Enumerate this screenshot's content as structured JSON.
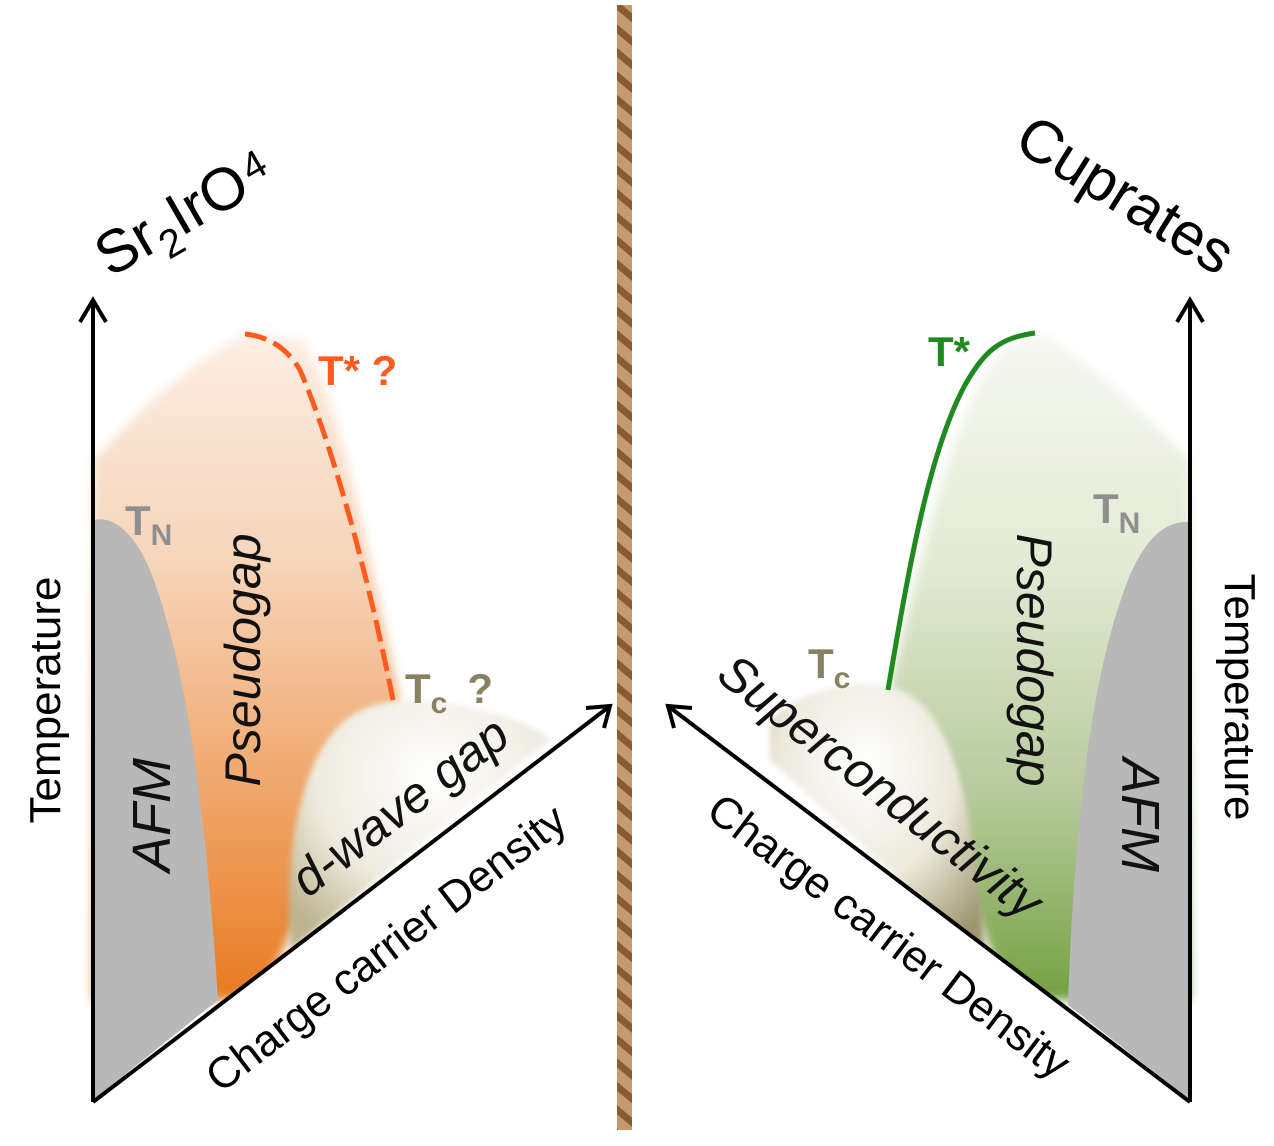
{
  "colors": {
    "orange": "#e97e2e",
    "orange_light": "#f6dcc8",
    "t_star_left": "#ff5a1f",
    "green": "#6e9a3c",
    "green_light": "#e4ebd6",
    "t_star_right": "#1f8a1f",
    "afm_gray": "#b8b8b8",
    "tn_label": "#8f8f8f",
    "tc_label": "#8a8162",
    "divider": "#b8865a"
  },
  "left": {
    "title_main": "Sr",
    "title_sub1": "2",
    "title_mid": "IrO",
    "title_sub2": "4",
    "y_axis": "Temperature",
    "x_axis": "Charge carrier Density",
    "afm": "AFM",
    "pseudogap": "Pseudogap",
    "dwave": "d-wave gap",
    "tn_main": "T",
    "tn_sub": "N",
    "tstar": "T* ?",
    "tc_main": "T",
    "tc_sub": "c",
    "tc_q": "?"
  },
  "right": {
    "title": "Cuprates",
    "y_axis": "Temperature",
    "x_axis": "Charge carrier Density",
    "afm": "AFM",
    "pseudogap": "Pseudogap",
    "sc": "Superconductivity",
    "tn_main": "T",
    "tn_sub": "N",
    "tstar": "T*",
    "tc_main": "T",
    "tc_sub": "c"
  }
}
